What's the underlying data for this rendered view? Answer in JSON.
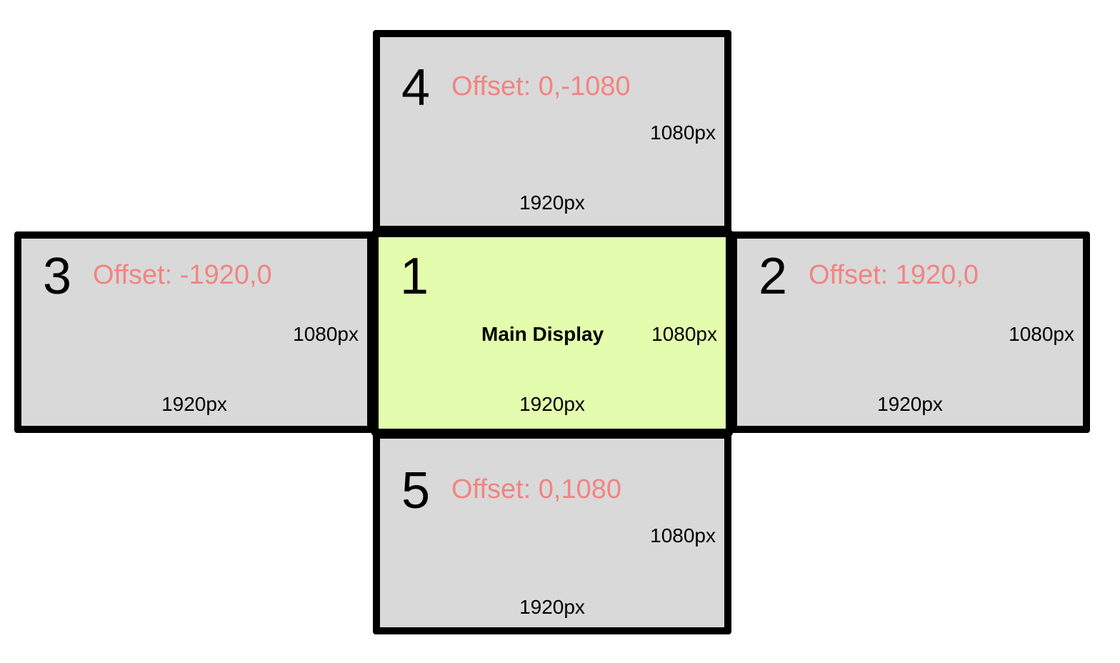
{
  "colors": {
    "border": "#000000",
    "secondary_fill": "#d9d9d9",
    "main_fill": "#e3fcad",
    "offset_text": "#f28482",
    "label_text": "#000000"
  },
  "displays": [
    {
      "number": "1",
      "main_label": "Main Display",
      "offset": "",
      "height_label": "1080px",
      "width_label": "1920px"
    },
    {
      "number": "2",
      "main_label": "",
      "offset": "Offset: 1920,0",
      "height_label": "1080px",
      "width_label": "1920px"
    },
    {
      "number": "3",
      "main_label": "",
      "offset": "Offset: -1920,0",
      "height_label": "1080px",
      "width_label": "1920px"
    },
    {
      "number": "4",
      "main_label": "",
      "offset": "Offset: 0,-1080",
      "height_label": "1080px",
      "width_label": "1920px"
    },
    {
      "number": "5",
      "main_label": "",
      "offset": "Offset: 0,1080",
      "height_label": "1080px",
      "width_label": "1920px"
    }
  ]
}
